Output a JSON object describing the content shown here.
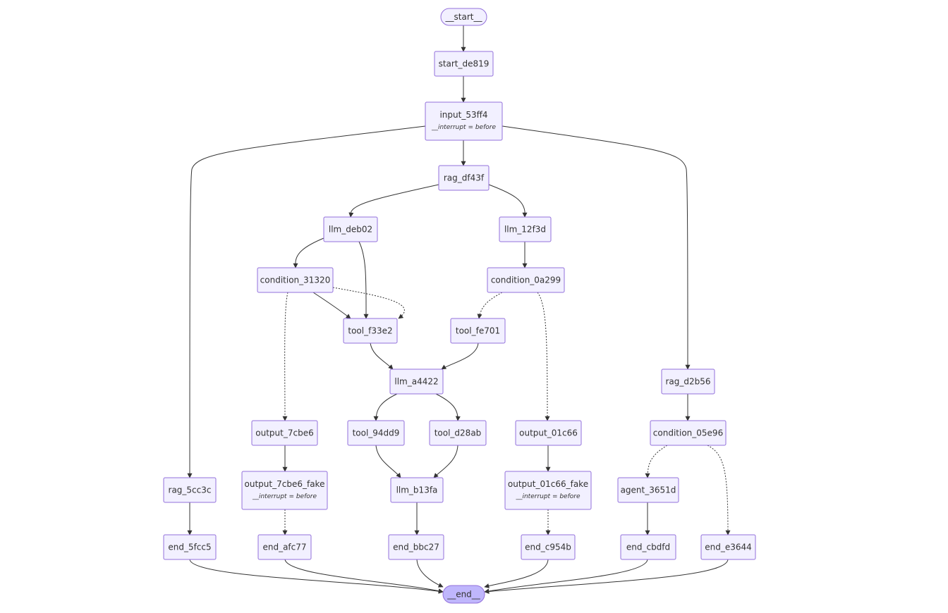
{
  "colors": {
    "node_fill": "#f2f0ff",
    "node_stroke": "#9370db",
    "end_fill": "#bfb6fc",
    "edge": "#333333",
    "text": "#333333"
  },
  "nodes": {
    "start": {
      "label": "__start__"
    },
    "start_de819": {
      "label": "start_de819"
    },
    "input_53ff4": {
      "label": "input_53ff4",
      "sub": "__interrupt = before"
    },
    "rag_df43f": {
      "label": "rag_df43f"
    },
    "llm_deb02": {
      "label": "llm_deb02"
    },
    "llm_12f3d": {
      "label": "llm_12f3d"
    },
    "condition_31320": {
      "label": "condition_31320"
    },
    "condition_0a299": {
      "label": "condition_0a299"
    },
    "tool_f33e2": {
      "label": "tool_f33e2"
    },
    "tool_fe701": {
      "label": "tool_fe701"
    },
    "llm_a4422": {
      "label": "llm_a4422"
    },
    "rag_d2b56": {
      "label": "rag_d2b56"
    },
    "output_7cbe6": {
      "label": "output_7cbe6"
    },
    "tool_94dd9": {
      "label": "tool_94dd9"
    },
    "tool_d28ab": {
      "label": "tool_d28ab"
    },
    "output_01c66": {
      "label": "output_01c66"
    },
    "condition_05e96": {
      "label": "condition_05e96"
    },
    "rag_5cc3c": {
      "label": "rag_5cc3c"
    },
    "output_7cbe6_fake": {
      "label": "output_7cbe6_fake",
      "sub": "__interrupt = before"
    },
    "llm_b13fa": {
      "label": "llm_b13fa"
    },
    "output_01c66_fake": {
      "label": "output_01c66_fake",
      "sub": "__interrupt = before"
    },
    "agent_3651d": {
      "label": "agent_3651d"
    },
    "end_5fcc5": {
      "label": "end_5fcc5"
    },
    "end_afc77": {
      "label": "end_afc77"
    },
    "end_bbc27": {
      "label": "end_bbc27"
    },
    "end_c954b": {
      "label": "end_c954b"
    },
    "end_cbdfd": {
      "label": "end_cbdfd"
    },
    "end_e3644": {
      "label": "end_e3644"
    },
    "end": {
      "label": "__end__"
    }
  },
  "edges": [
    {
      "from": "start",
      "to": "start_de819",
      "style": "solid"
    },
    {
      "from": "start_de819",
      "to": "input_53ff4",
      "style": "solid"
    },
    {
      "from": "input_53ff4",
      "to": "rag_df43f",
      "style": "solid"
    },
    {
      "from": "input_53ff4",
      "to": "rag_5cc3c",
      "style": "solid"
    },
    {
      "from": "input_53ff4",
      "to": "rag_d2b56",
      "style": "solid"
    },
    {
      "from": "rag_df43f",
      "to": "llm_deb02",
      "style": "solid"
    },
    {
      "from": "rag_df43f",
      "to": "llm_12f3d",
      "style": "solid"
    },
    {
      "from": "llm_deb02",
      "to": "condition_31320",
      "style": "solid"
    },
    {
      "from": "llm_deb02",
      "to": "tool_f33e2",
      "style": "solid"
    },
    {
      "from": "llm_12f3d",
      "to": "condition_0a299",
      "style": "solid"
    },
    {
      "from": "condition_31320",
      "to": "tool_f33e2",
      "style": "solid"
    },
    {
      "from": "condition_31320",
      "to": "tool_f33e2",
      "style": "dotted"
    },
    {
      "from": "condition_31320",
      "to": "output_7cbe6",
      "style": "dotted"
    },
    {
      "from": "condition_0a299",
      "to": "tool_fe701",
      "style": "dotted"
    },
    {
      "from": "condition_0a299",
      "to": "output_01c66",
      "style": "dotted"
    },
    {
      "from": "tool_f33e2",
      "to": "llm_a4422",
      "style": "solid"
    },
    {
      "from": "tool_fe701",
      "to": "llm_a4422",
      "style": "solid"
    },
    {
      "from": "llm_a4422",
      "to": "tool_94dd9",
      "style": "solid"
    },
    {
      "from": "llm_a4422",
      "to": "tool_d28ab",
      "style": "solid"
    },
    {
      "from": "tool_94dd9",
      "to": "llm_b13fa",
      "style": "solid"
    },
    {
      "from": "tool_d28ab",
      "to": "llm_b13fa",
      "style": "solid"
    },
    {
      "from": "rag_d2b56",
      "to": "condition_05e96",
      "style": "solid"
    },
    {
      "from": "condition_05e96",
      "to": "agent_3651d",
      "style": "dotted"
    },
    {
      "from": "condition_05e96",
      "to": "end_e3644",
      "style": "dotted"
    },
    {
      "from": "output_7cbe6",
      "to": "output_7cbe6_fake",
      "style": "solid"
    },
    {
      "from": "output_01c66",
      "to": "output_01c66_fake",
      "style": "solid"
    },
    {
      "from": "output_7cbe6_fake",
      "to": "end_afc77",
      "style": "dotted"
    },
    {
      "from": "output_01c66_fake",
      "to": "end_c954b",
      "style": "dotted"
    },
    {
      "from": "rag_5cc3c",
      "to": "end_5fcc5",
      "style": "solid"
    },
    {
      "from": "llm_b13fa",
      "to": "end_bbc27",
      "style": "solid"
    },
    {
      "from": "agent_3651d",
      "to": "end_cbdfd",
      "style": "solid"
    },
    {
      "from": "end_5fcc5",
      "to": "end",
      "style": "solid"
    },
    {
      "from": "end_afc77",
      "to": "end",
      "style": "solid"
    },
    {
      "from": "end_bbc27",
      "to": "end",
      "style": "solid"
    },
    {
      "from": "end_c954b",
      "to": "end",
      "style": "solid"
    },
    {
      "from": "end_cbdfd",
      "to": "end",
      "style": "solid"
    },
    {
      "from": "end_e3644",
      "to": "end",
      "style": "solid"
    }
  ]
}
